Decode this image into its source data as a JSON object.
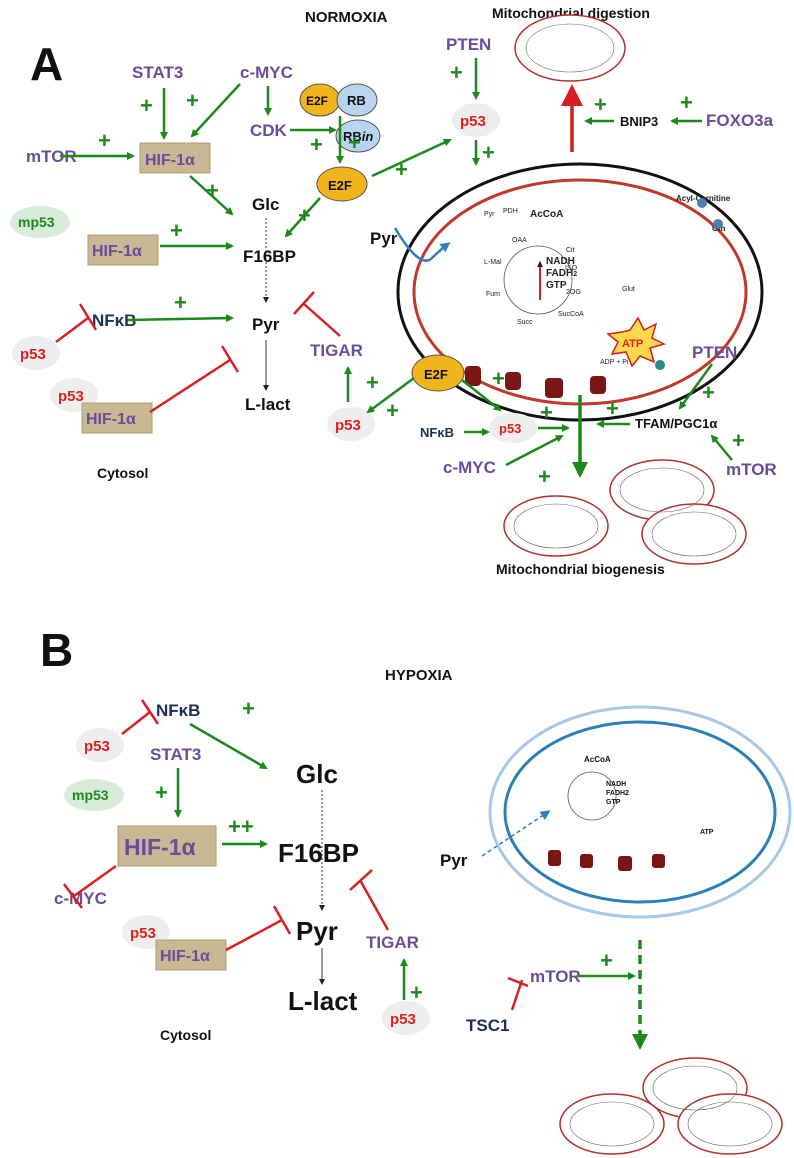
{
  "colors": {
    "activation": "#1b8a1b",
    "inhibition": "#d92020",
    "regulator": "#6b4c9a",
    "p53": "#e0201b",
    "hif_box": "#c9b894",
    "e2f": "#f2b41c",
    "rb": "#b9d4ee",
    "mito_membrane": "#c0392b",
    "hypoxia_mito": "#2d7fb8"
  },
  "panel_a": {
    "letter": "A",
    "title": "NORMOXIA",
    "mito_digestion": "Mitochondrial digestion",
    "mito_biogenesis": "Mitochondrial biogenesis",
    "cytosol": "Cytosol",
    "nodes": {
      "stat3": "STAT3",
      "cmyc_top": "c-MYC",
      "mtor_left": "mTOR",
      "hif_top": "HIF-1α",
      "mp53": "mp53",
      "hif_mid": "HIF-1α",
      "nfkb": "NFκB",
      "p53_left": "p53",
      "p53_hif": "p53",
      "hif_low": "HIF-1α",
      "cdk": "CDK",
      "e2f_top": "E2F",
      "rb": "RB",
      "rbin": "RB",
      "rbin_suffix": "in",
      "e2f_mid": "E2F",
      "glc": "Glc",
      "f16bp": "F16BP",
      "pyr": "Pyr",
      "llact": "L-lact",
      "tigar": "TIGAR",
      "p53_tigar": "p53",
      "pten_top": "PTEN",
      "p53_top": "p53",
      "bnip3": "BNIP3",
      "foxo3a": "FOXO3a",
      "pyr_mito": "Pyr",
      "e2f_low": "E2F",
      "nfkb_low": "NFκB",
      "p53_low": "p53",
      "cmyc_low": "c-MYC",
      "pten_low": "PTEN",
      "tfam": "TFAM/PGC1α",
      "mtor_low": "mTOR"
    },
    "mito_labels": {
      "acyl": "Acyl-Carnitine",
      "gln": "Gln",
      "nadh": "NADH",
      "fadh": "FADH",
      "fadh_sub": "2",
      "gtp": "GTP",
      "atp": "ATP",
      "adp": "ADP + Pi",
      "pyr": "Pyr",
      "pdh": "PDH",
      "accoa": "AcCoA",
      "oaa": "OAA",
      "cit": "Cit",
      "iso": "ISO",
      "og": "2OG",
      "succoa": "SucCoA",
      "succ": "Succ",
      "fum": "Fum",
      "lmal": "L-Mal",
      "glut": "Glut"
    }
  },
  "panel_b": {
    "letter": "B",
    "title": "HYPOXIA",
    "cytosol": "Cytosol",
    "nodes": {
      "nfkb": "NFκB",
      "p53_a": "p53",
      "stat3": "STAT3",
      "mp53": "mp53",
      "hif_big": "HIF-1α",
      "cmyc": "c-MYC",
      "glc": "Glc",
      "f16bp": "F16BP",
      "pyr": "Pyr",
      "llact": "L-lact",
      "p53_hif": "p53",
      "hif_small": "HIF-1α",
      "tigar": "TIGAR",
      "p53_tigar": "p53",
      "pyr_mito": "Pyr",
      "mtor": "mTOR",
      "tsc1": "TSC1",
      "plusplus": "++"
    },
    "mito_labels": {
      "accoa": "AcCoA",
      "nadh": "NADH",
      "fadh2": "FADH2",
      "gtp": "GTP",
      "atp": "ATP"
    }
  },
  "plus_sign": "+"
}
